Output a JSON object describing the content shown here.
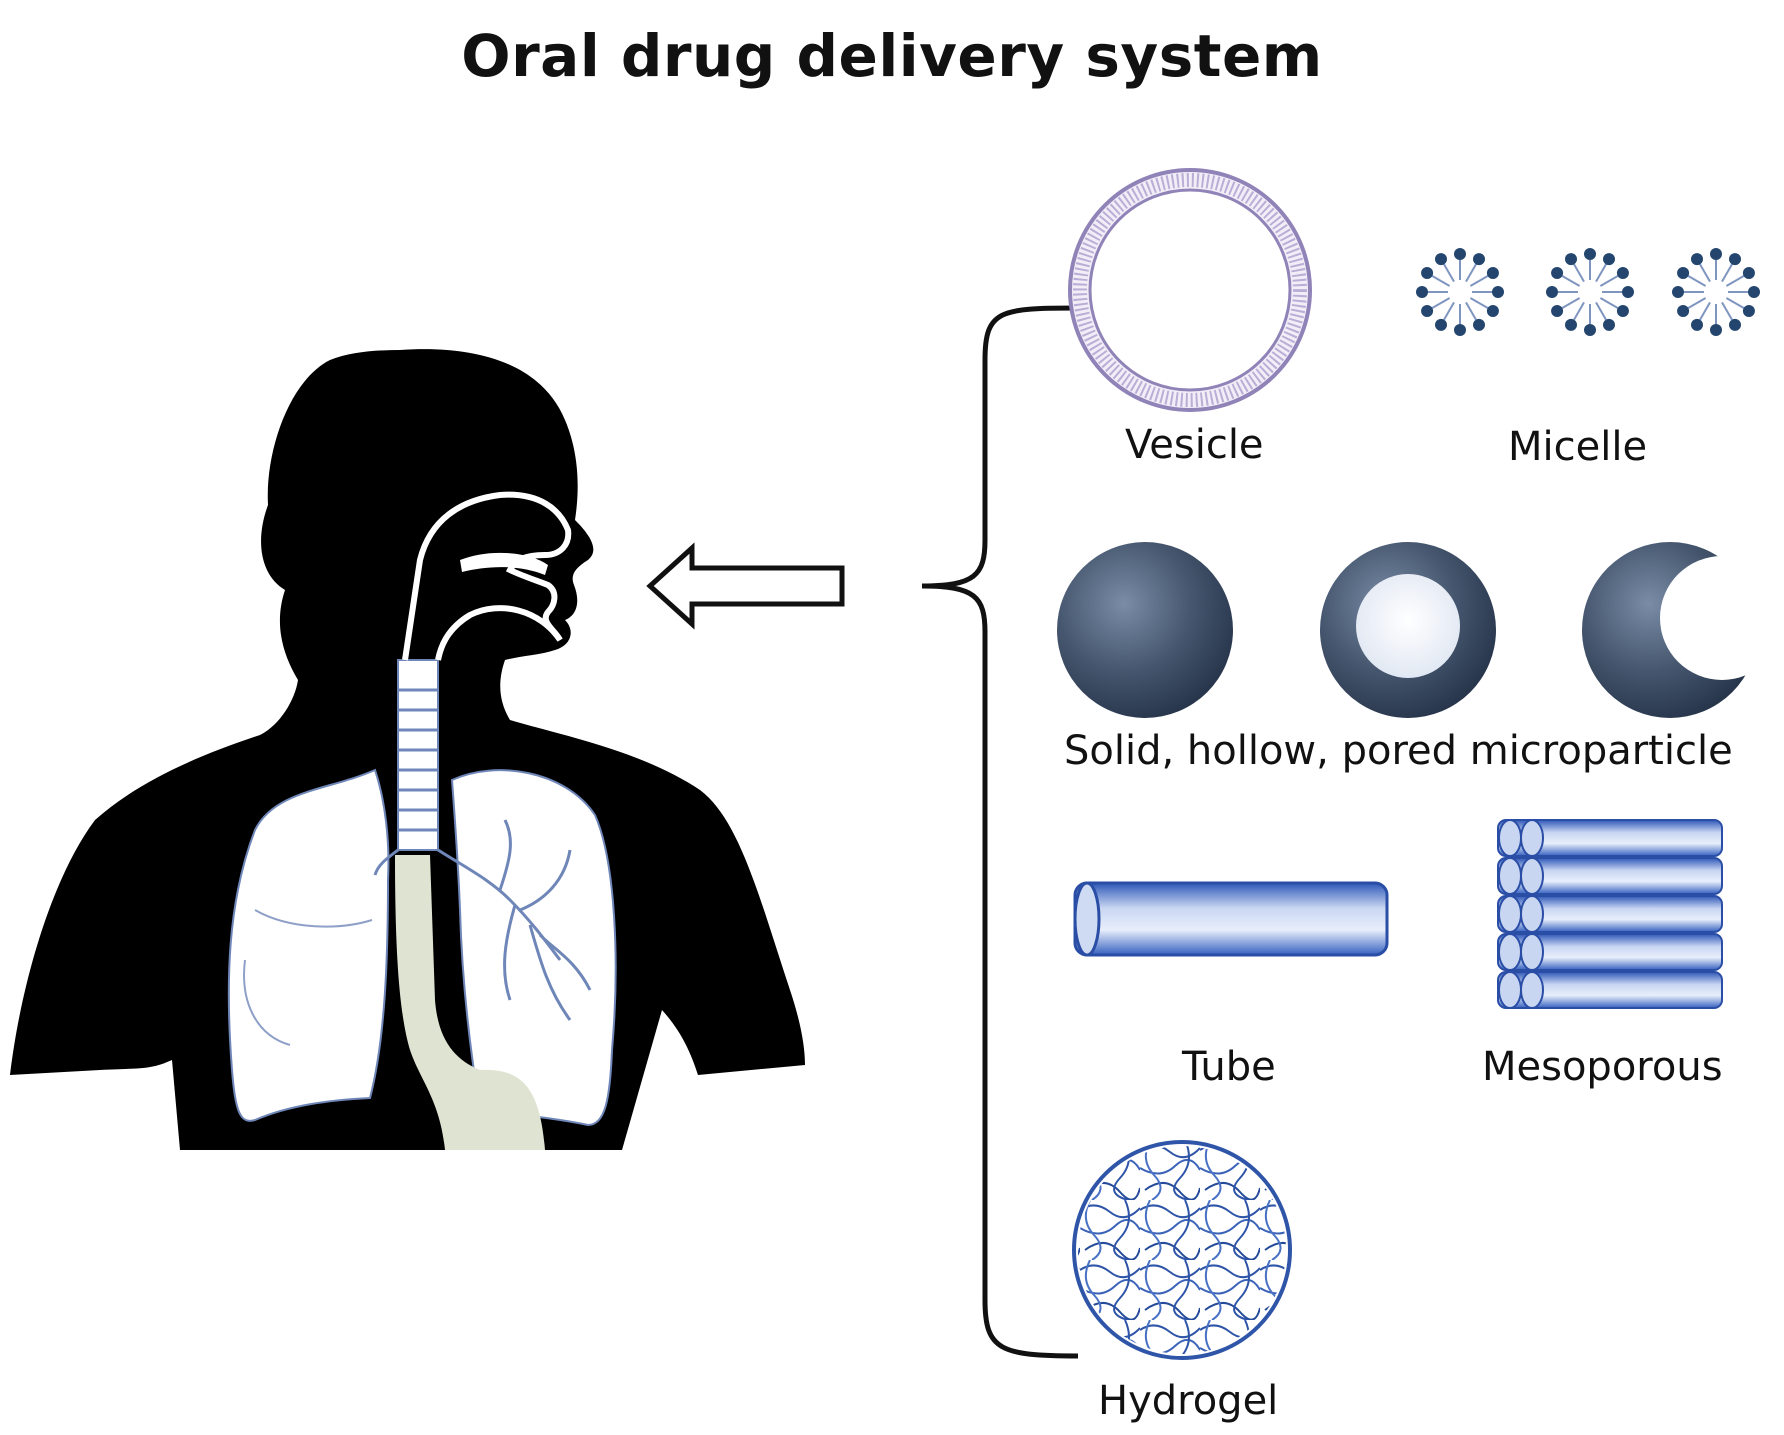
{
  "title": "Oral drug delivery system",
  "labels": {
    "vesicle": "Vesicle",
    "micelle": "Micelle",
    "microparticle": "Solid, hollow, pored microparticle",
    "tube": "Tube",
    "mesoporous": "Mesoporous",
    "hydrogel": "Hydrogel"
  },
  "colors": {
    "silhouette": "#000000",
    "lungs": "#ffffff",
    "esophagus": "#dfe4d2",
    "bronchi": "#6f86b8",
    "vesicle": "#8f83b8",
    "micelle": "#24466e",
    "particle": "#3e5068",
    "tube_blue": "#3f68c4",
    "hydrogel": "#2f55a8"
  }
}
